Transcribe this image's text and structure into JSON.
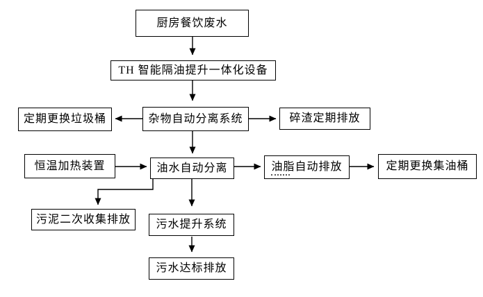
{
  "diagram": {
    "type": "flowchart",
    "background": "#ffffff",
    "line_color": "#000000",
    "box_border_color": "#000000",
    "text_color": "#000000",
    "nodes": {
      "kitchen": {
        "label": "厨房餐饮废水"
      },
      "device": {
        "label": "TH 智能隔油提升一体化设备"
      },
      "trash": {
        "label": "定期更换垃圾桶"
      },
      "debris": {
        "label": "杂物自动分离系统"
      },
      "residue": {
        "label": "碎渣定期排放"
      },
      "heater": {
        "label": "恒温加热装置"
      },
      "oilwater": {
        "label": "油水自动分离"
      },
      "grease": {
        "label": "油脂自动排放"
      },
      "barrel": {
        "label": "定期更换集油桶"
      },
      "sludge": {
        "label": "污泥二次收集排放"
      },
      "lift": {
        "label": "污水提升系统"
      },
      "final": {
        "label": "污水达标排放"
      }
    },
    "edges": [
      {
        "from": "kitchen",
        "to": "device"
      },
      {
        "from": "device",
        "to": "debris"
      },
      {
        "from": "debris",
        "to": "trash"
      },
      {
        "from": "debris",
        "to": "residue"
      },
      {
        "from": "debris",
        "to": "oilwater"
      },
      {
        "from": "heater",
        "to": "oilwater"
      },
      {
        "from": "oilwater",
        "to": "grease"
      },
      {
        "from": "grease",
        "to": "barrel"
      },
      {
        "from": "oilwater",
        "to": "sludge"
      },
      {
        "from": "oilwater",
        "to": "lift"
      },
      {
        "from": "lift",
        "to": "final"
      }
    ]
  }
}
